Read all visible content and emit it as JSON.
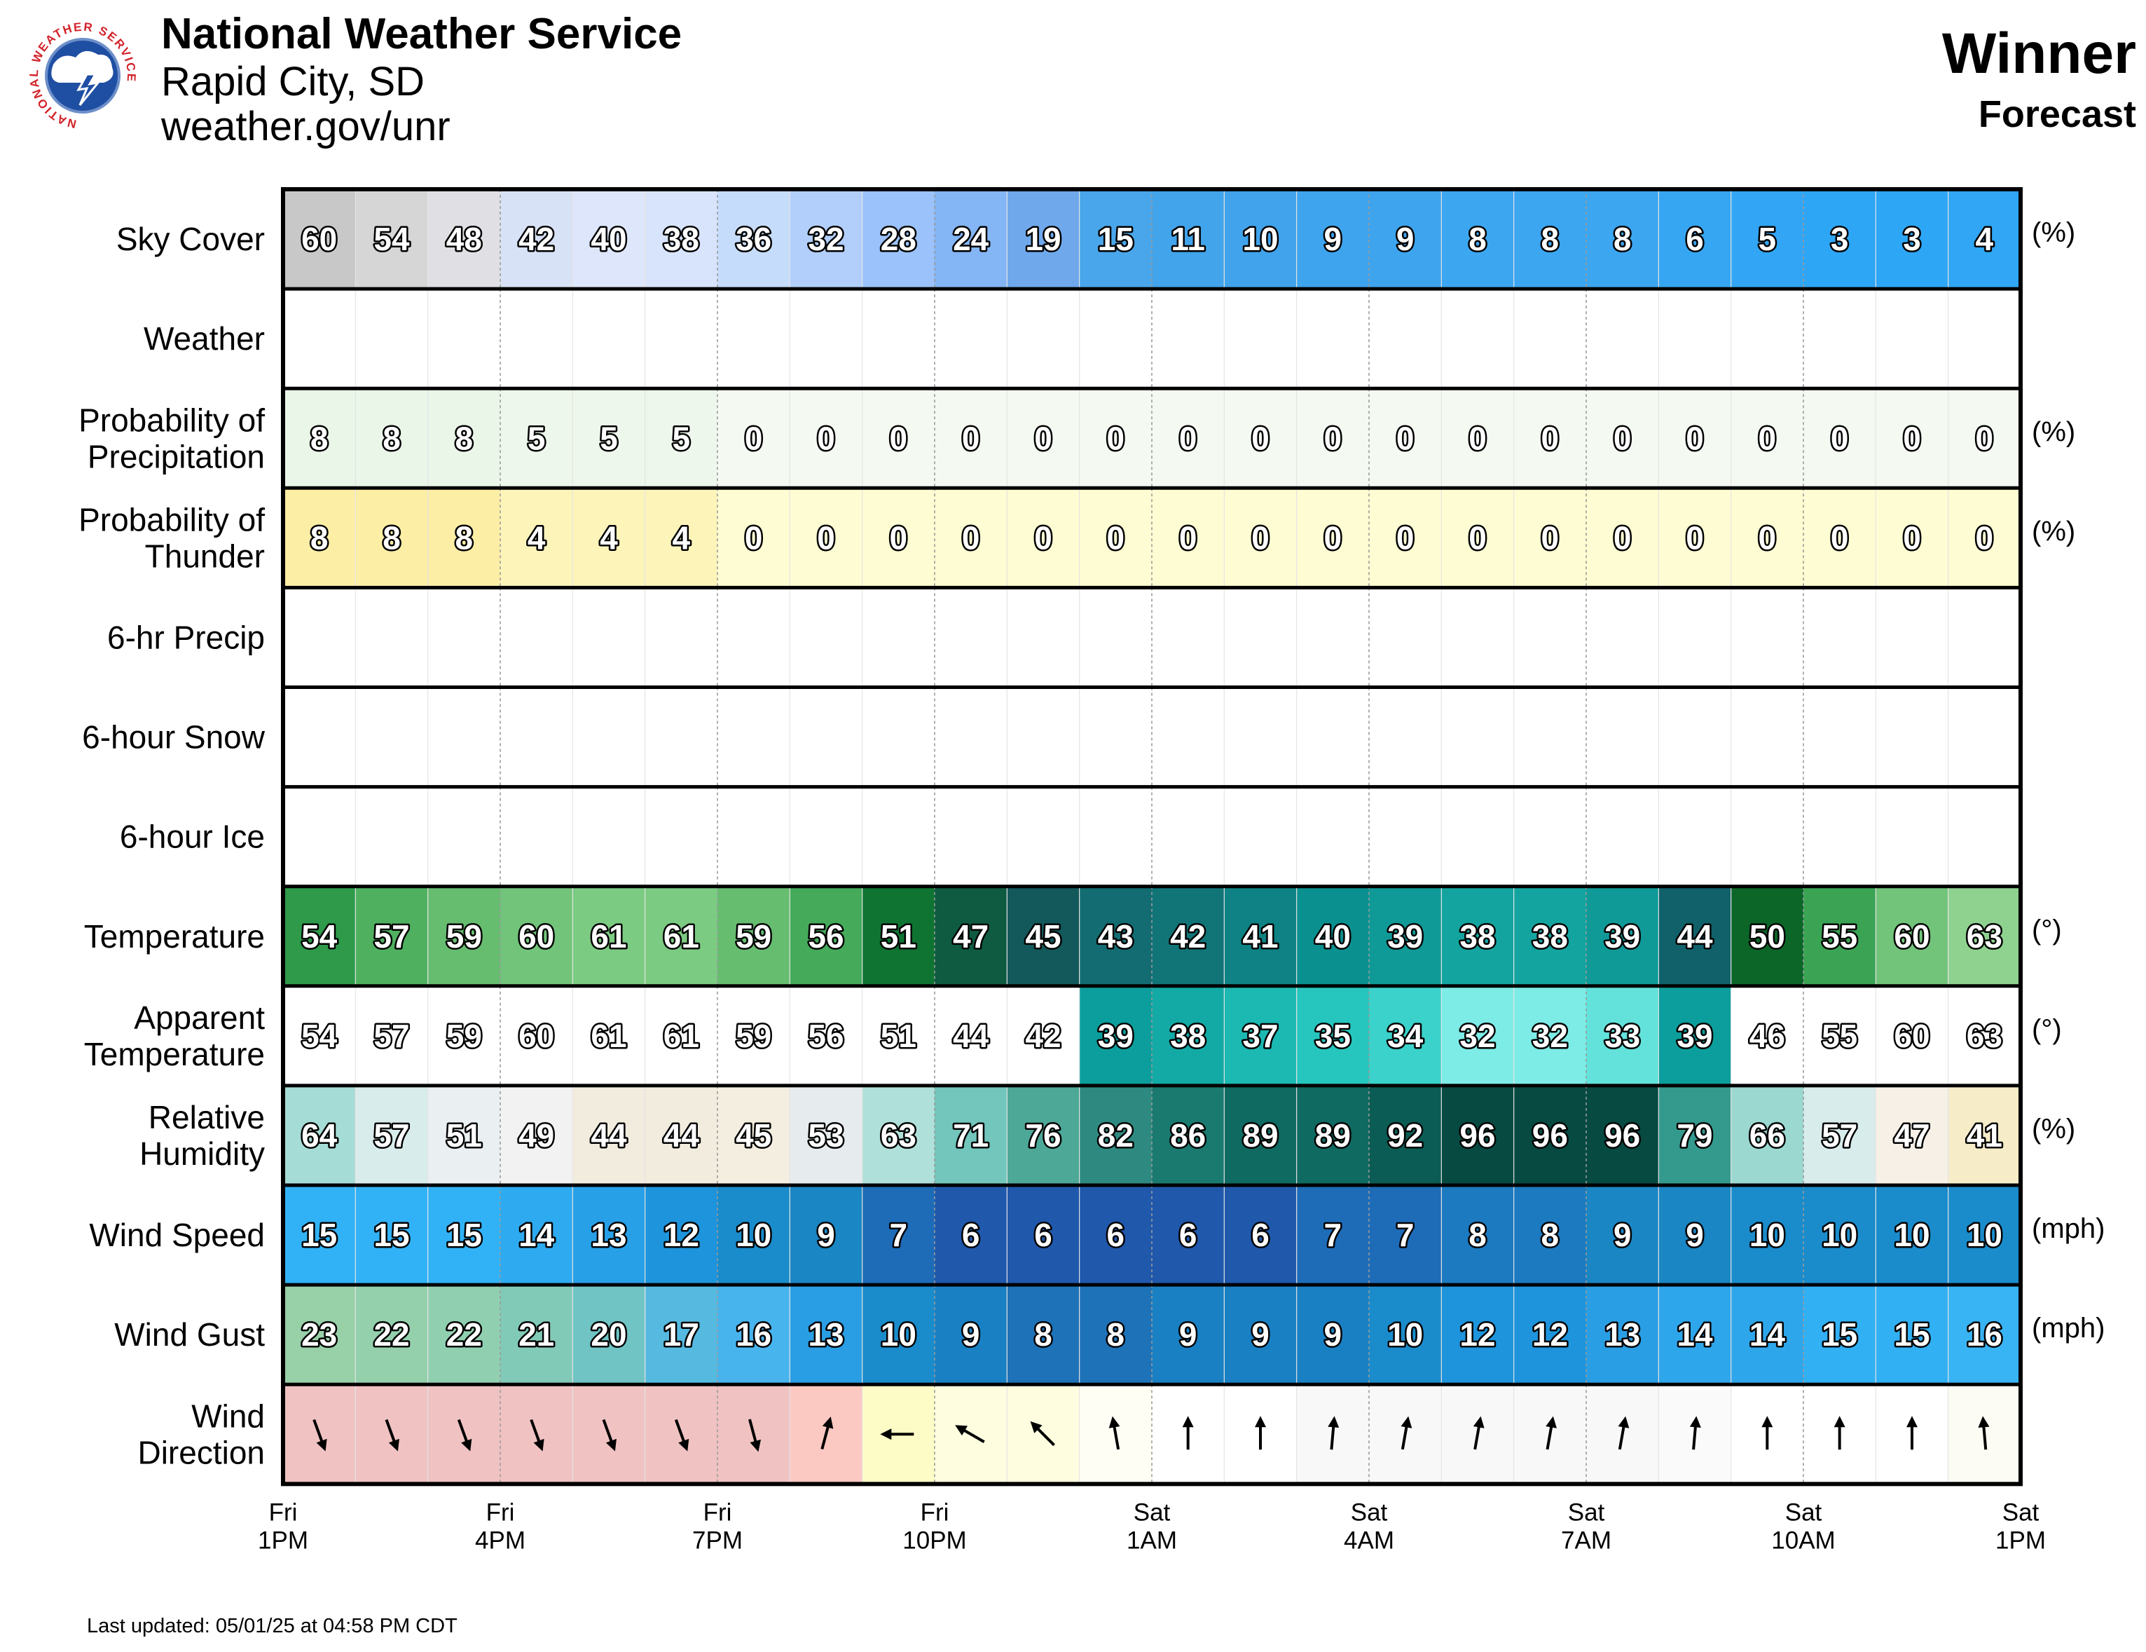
{
  "header": {
    "org": "National Weather Service",
    "office": "Rapid City, SD",
    "site": "weather.gov/unr",
    "place": "Winner",
    "product": "Forecast",
    "logo_ring_text": "NATIONAL WEATHER SERVICE"
  },
  "footer": {
    "last_updated": "Last updated: 05/01/25 at 04:58 PM CDT"
  },
  "colors": {
    "border": "#000000",
    "grid": "#b0b0b0",
    "value_fill": "#ffffff",
    "value_stroke": "#000000"
  },
  "chart_data": {
    "type": "table",
    "time_labels": [
      [
        "Fri",
        "1PM"
      ],
      [
        "Fri",
        "4PM"
      ],
      [
        "Fri",
        "7PM"
      ],
      [
        "Fri",
        "10PM"
      ],
      [
        "Sat",
        "1AM"
      ],
      [
        "Sat",
        "4AM"
      ],
      [
        "Sat",
        "7AM"
      ],
      [
        "Sat",
        "10AM"
      ],
      [
        "Sat",
        "1PM"
      ]
    ],
    "rows": [
      {
        "label": [
          "Sky Cover"
        ],
        "unit": "(%)",
        "values": [
          60,
          54,
          48,
          42,
          40,
          38,
          36,
          32,
          28,
          24,
          19,
          15,
          11,
          10,
          9,
          9,
          8,
          8,
          8,
          6,
          5,
          3,
          3,
          4
        ],
        "colors": [
          "#c8c8c8",
          "#d6d6d6",
          "#e0e0e4",
          "#d8e2f6",
          "#dde6fa",
          "#d8e4fb",
          "#c6dcfb",
          "#b2cffc",
          "#9bc2fa",
          "#84b5f4",
          "#6fa9ec",
          "#4aa6ea",
          "#42a4ea",
          "#40a3eb",
          "#3ea4ee",
          "#3ea4ee",
          "#3ca6f0",
          "#3ca6f0",
          "#3ca6f0",
          "#36a6f2",
          "#32a6f4",
          "#2ea6f6",
          "#2ea6f6",
          "#30a6f4"
        ]
      },
      {
        "label": [
          "Weather"
        ],
        "unit": "",
        "values": [],
        "colors": []
      },
      {
        "label": [
          "Probability of",
          "Precipitation"
        ],
        "unit": "(%)",
        "values": [
          8,
          8,
          8,
          5,
          5,
          5,
          0,
          0,
          0,
          0,
          0,
          0,
          0,
          0,
          0,
          0,
          0,
          0,
          0,
          0,
          0,
          0,
          0,
          0
        ],
        "colors": [
          "#eaf6e8",
          "#eaf6e8",
          "#eaf6e8",
          "#eef7ec",
          "#eef7ec",
          "#eef7ec",
          "#f4faf2",
          "#f4faf2",
          "#f4faf2",
          "#f4faf2",
          "#f4faf2",
          "#f4faf2",
          "#f4faf2",
          "#f4faf2",
          "#f4faf2",
          "#f4faf2",
          "#f4faf2",
          "#f4faf2",
          "#f4faf2",
          "#f4faf2",
          "#f4faf2",
          "#f4faf2",
          "#f4faf2",
          "#f4faf2"
        ]
      },
      {
        "label": [
          "Probability of",
          "Thunder"
        ],
        "unit": "(%)",
        "values": [
          8,
          8,
          8,
          4,
          4,
          4,
          0,
          0,
          0,
          0,
          0,
          0,
          0,
          0,
          0,
          0,
          0,
          0,
          0,
          0,
          0,
          0,
          0,
          0
        ],
        "colors": [
          "#fdeea6",
          "#fdeea6",
          "#fdeea6",
          "#fdf4ba",
          "#fdf4ba",
          "#fdf4ba",
          "#fefcd2",
          "#fefcd2",
          "#fefcd2",
          "#fefcd2",
          "#fefcd2",
          "#fefcd2",
          "#fefcd2",
          "#fefcd2",
          "#fefcd2",
          "#fefcd2",
          "#fefcd2",
          "#fefcd2",
          "#fefcd2",
          "#fefcd2",
          "#fefcd2",
          "#fefcd2",
          "#fefcd2",
          "#fefcd2"
        ]
      },
      {
        "label": [
          "6-hr Precip"
        ],
        "unit": "",
        "values": [],
        "colors": []
      },
      {
        "label": [
          "6-hour Snow"
        ],
        "unit": "",
        "values": [],
        "colors": []
      },
      {
        "label": [
          "6-hour Ice"
        ],
        "unit": "",
        "values": [],
        "colors": []
      },
      {
        "label": [
          "Temperature"
        ],
        "unit": "(°)",
        "values": [
          54,
          57,
          59,
          60,
          61,
          61,
          59,
          56,
          51,
          47,
          45,
          43,
          42,
          41,
          40,
          39,
          38,
          38,
          39,
          44,
          50,
          55,
          60,
          63
        ],
        "colors": [
          "#2e9a4a",
          "#4fb060",
          "#66bd70",
          "#72c47a",
          "#7ccb82",
          "#7ccb82",
          "#66bd70",
          "#45aa5a",
          "#0f7432",
          "#0e5b42",
          "#13585a",
          "#136c72",
          "#117578",
          "#0e8284",
          "#0b9090",
          "#0f9a98",
          "#14a4a0",
          "#14a4a0",
          "#0f9a98",
          "#10616a",
          "#0b6628",
          "#3aa454",
          "#72c47a",
          "#8fd290"
        ]
      },
      {
        "label": [
          "Apparent",
          "Temperature"
        ],
        "unit": "(°)",
        "values": [
          54,
          57,
          59,
          60,
          61,
          61,
          59,
          56,
          51,
          44,
          42,
          39,
          38,
          37,
          35,
          34,
          32,
          32,
          33,
          39,
          46,
          55,
          60,
          63
        ],
        "colors": [
          "#ffffff",
          "#ffffff",
          "#ffffff",
          "#ffffff",
          "#ffffff",
          "#ffffff",
          "#ffffff",
          "#ffffff",
          "#ffffff",
          "#ffffff",
          "#ffffff",
          "#0c9e9c",
          "#13aaa6",
          "#1cb8b2",
          "#26c6be",
          "#3ad2ca",
          "#7eece6",
          "#7eece6",
          "#62e2da",
          "#0c9e9c",
          "#ffffff",
          "#ffffff",
          "#ffffff",
          "#ffffff"
        ]
      },
      {
        "label": [
          "Relative",
          "Humidity"
        ],
        "unit": "(%)",
        "values": [
          64,
          57,
          51,
          49,
          44,
          44,
          45,
          53,
          63,
          71,
          76,
          82,
          86,
          89,
          89,
          92,
          96,
          96,
          96,
          79,
          66,
          57,
          47,
          41
        ],
        "colors": [
          "#a6dcd6",
          "#d8ecec",
          "#eaf0f2",
          "#f2f2f2",
          "#f2ecde",
          "#f2ecde",
          "#f4eee0",
          "#e6ecee",
          "#b0e0da",
          "#72c6bc",
          "#4ea898",
          "#2e8a80",
          "#1a7a70",
          "#0f6a62",
          "#0f6a62",
          "#0b5c54",
          "#064a42",
          "#064a42",
          "#064a42",
          "#359a8e",
          "#9ad8d0",
          "#d8ecec",
          "#f6f0e6",
          "#f6ecc8"
        ]
      },
      {
        "label": [
          "Wind Speed"
        ],
        "unit": "(mph)",
        "values": [
          15,
          15,
          15,
          14,
          13,
          12,
          10,
          9,
          7,
          6,
          6,
          6,
          6,
          6,
          7,
          7,
          8,
          8,
          9,
          9,
          10,
          10,
          10,
          10
        ],
        "colors": [
          "#32b2f6",
          "#32b2f6",
          "#32b2f6",
          "#2eaaf0",
          "#28a0e8",
          "#1e94dc",
          "#1a8ccc",
          "#1a86c4",
          "#1e6cb8",
          "#2058ac",
          "#2058ac",
          "#2058ac",
          "#2058ac",
          "#2058ac",
          "#1e6cb8",
          "#1e6cb8",
          "#1c7ac0",
          "#1c7ac0",
          "#1a86c4",
          "#1a86c4",
          "#1a8ccc",
          "#1a8ccc",
          "#1a8ccc",
          "#1a8ccc"
        ]
      },
      {
        "label": [
          "Wind Gust"
        ],
        "unit": "(mph)",
        "values": [
          23,
          22,
          22,
          21,
          20,
          17,
          16,
          13,
          10,
          9,
          8,
          8,
          9,
          9,
          9,
          10,
          12,
          12,
          13,
          14,
          14,
          15,
          15,
          16
        ],
        "colors": [
          "#98d0a8",
          "#94d0ac",
          "#90d0b0",
          "#82cab8",
          "#70c4c4",
          "#56bae0",
          "#48b4ee",
          "#2a9ee4",
          "#1a8ccc",
          "#1a80c4",
          "#1e72b8",
          "#1e72b8",
          "#1a80c4",
          "#1a80c4",
          "#1a80c4",
          "#1a8ccc",
          "#1e94dc",
          "#1e94dc",
          "#2a9ee4",
          "#2ea6ec",
          "#2ea6ec",
          "#32b0f4",
          "#32b0f4",
          "#38b4f4"
        ]
      },
      {
        "label": [
          "Wind",
          "Direction"
        ],
        "unit": "",
        "values": [
          340,
          340,
          340,
          340,
          340,
          340,
          345,
          195,
          90,
          120,
          135,
          170,
          180,
          180,
          185,
          190,
          190,
          190,
          190,
          185,
          180,
          180,
          180,
          175
        ],
        "colors": [
          "#f0c2c2",
          "#f0c2c2",
          "#f0c2c2",
          "#f0c2c2",
          "#f0c2c2",
          "#f0c2c2",
          "#f0c2c2",
          "#fcc8c2",
          "#fefcc6",
          "#fefde0",
          "#fefde0",
          "#fefef4",
          "#ffffff",
          "#ffffff",
          "#f8f8f8",
          "#f8f8f8",
          "#f8f8f8",
          "#f8f8f8",
          "#f8f8f8",
          "#fafafa",
          "#ffffff",
          "#ffffff",
          "#ffffff",
          "#fcfcf4"
        ]
      }
    ]
  }
}
